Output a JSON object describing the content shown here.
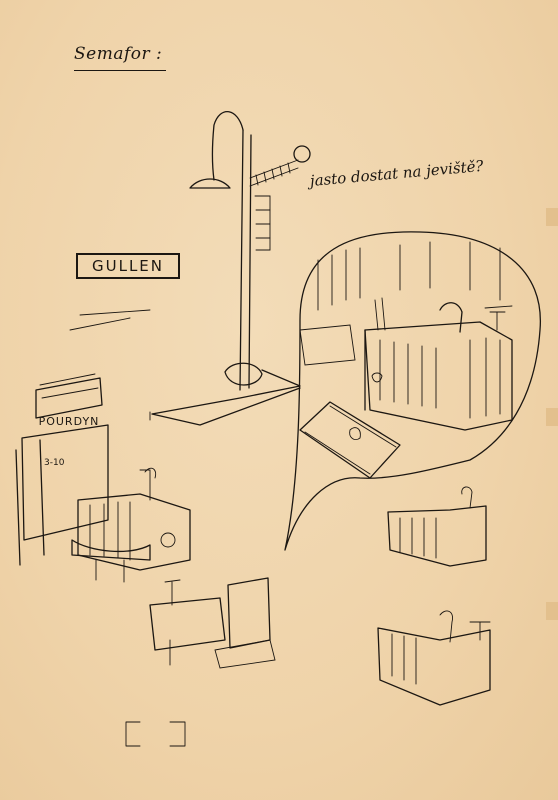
{
  "title_text": "Semafor :",
  "caption_text": "jasto dostat na jeviště?",
  "sign_text": "GULLEN",
  "poster_text": "POURDYN",
  "poster_date": "3-10",
  "colors": {
    "paper": "#f0d6ae",
    "ink": "#1c1712"
  }
}
